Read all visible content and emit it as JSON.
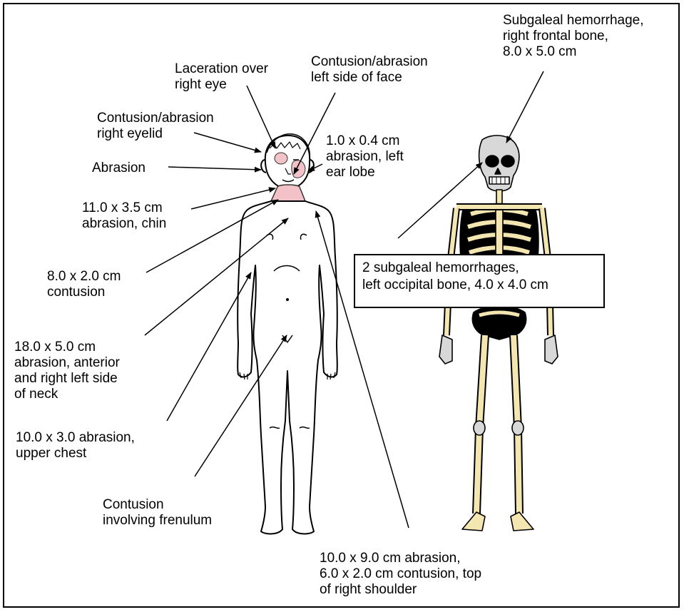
{
  "labels": {
    "laceration_right_eye": "Laceration over\nright eye",
    "contusion_left_face": "Contusion/abrasion\nleft side of face",
    "contusion_right_eyelid": "Contusion/abrasion\nright eyelid",
    "ear_lobe": "1.0 x 0.4 cm\nabrasion, left\near lobe",
    "abrasion": "Abrasion",
    "chin": "11.0 x 3.5 cm\nabrasion, chin",
    "contusion_8x2": "8.0 x 2.0 cm\ncontusion",
    "neck": "18.0 x 5.0 cm\nabrasion, anterior\nand right left side\nof neck",
    "upper_chest": "10.0 x 3.0 abrasion,\nupper chest",
    "frenulum": "Contusion\ninvolving frenulum",
    "shoulder": "10.0 x 9.0 cm abrasion,\n6.0 x 2.0 cm contusion, top\nof right shoulder",
    "frontal": "Subgaleal hemorrhage,\nright frontal bone,\n8.0 x 5.0 cm",
    "occipital": "2 subgaleal hemorrhages,\nleft occipital bone, 4.0 x 4.0 cm"
  },
  "colors": {
    "injury": "#f2c2c8",
    "bone": "#f3e6b0",
    "skull": "#d8d8d8"
  }
}
